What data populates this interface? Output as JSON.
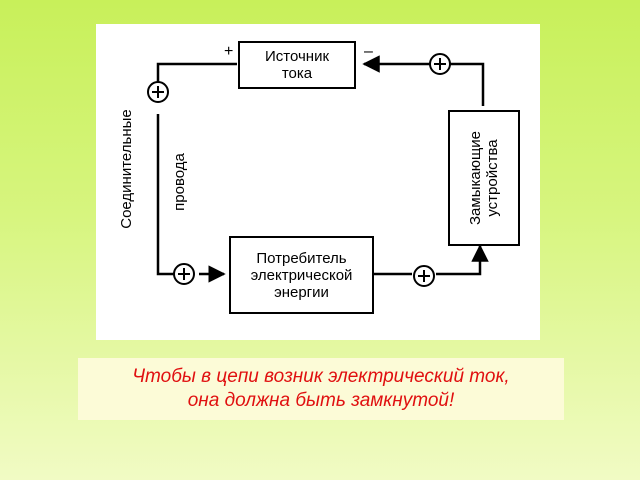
{
  "diagram": {
    "source_box": "Источник\nтока",
    "consumer_box": "Потребитель\nэлектрической\nэнергии",
    "switch_box": "Замыкающие\nустройства",
    "wires_label_1": "Соединительные",
    "wires_label_2": "провода",
    "plus_sign": "+",
    "minus_sign": "–"
  },
  "caption": "Чтобы в цепи возник электрический ток,\nона должна быть замкнутой!",
  "colors": {
    "background_top": "#c8f05a",
    "background_bottom": "#f1fbc4",
    "caption_text": "#e01010",
    "caption_bg": "#fcfbd7"
  }
}
